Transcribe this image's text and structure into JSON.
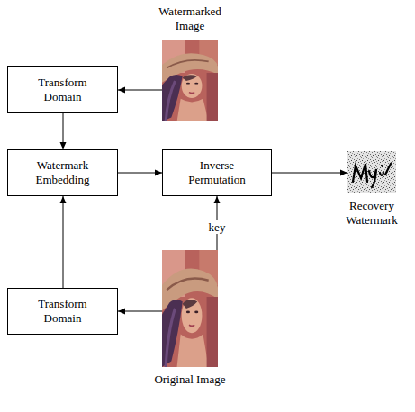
{
  "diagram": {
    "nodes": [
      {
        "text": [
          "Watermarked Image"
        ]
      },
      {
        "text": [
          "Transform Domain"
        ]
      },
      {
        "text": [
          "Watermark Embedding"
        ]
      },
      {
        "text": [
          "Inverse Permutation"
        ]
      },
      {
        "text": [
          "Recovery Watermark"
        ]
      },
      {
        "text": [
          "Transform Domain"
        ]
      },
      {
        "text": [
          "Original Image"
        ]
      }
    ],
    "edges": [
      {
        "from": 0,
        "to": 1,
        "arrow": "to"
      },
      {
        "from": 1,
        "to": 2,
        "arrow": "to"
      },
      {
        "from": 5,
        "to": 2,
        "arrow": "to"
      },
      {
        "from": 2,
        "to": 3,
        "arrow": "to"
      },
      {
        "from": 3,
        "to": 4,
        "arrow": "to"
      },
      {
        "from": 6,
        "to": 3,
        "label": "key",
        "arrow": "to"
      },
      {
        "from": 6,
        "to": 5,
        "arrow": "to"
      }
    ]
  }
}
